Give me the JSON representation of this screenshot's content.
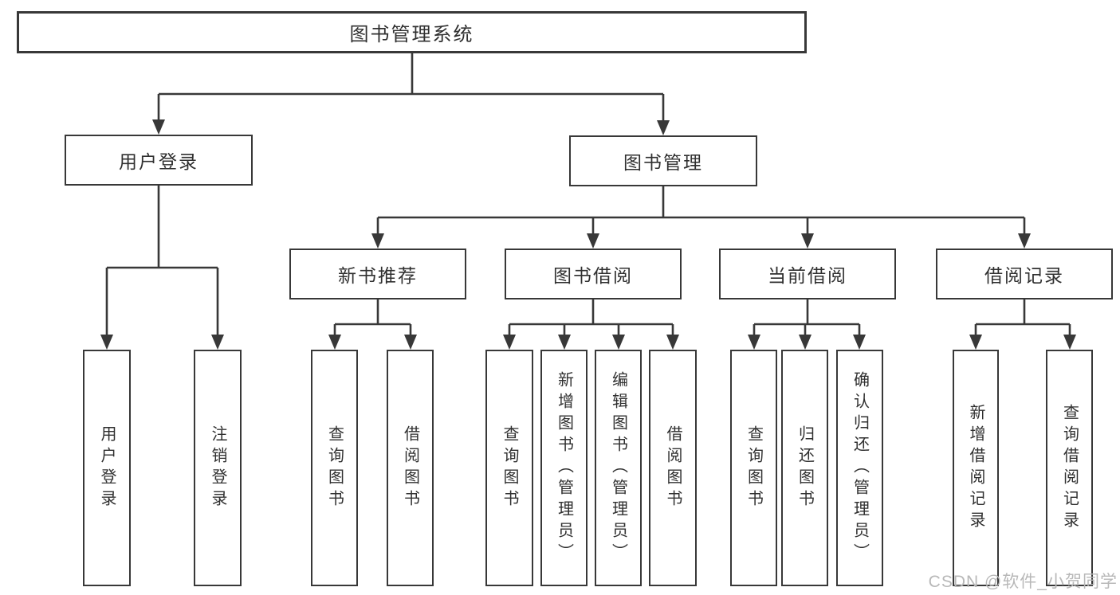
{
  "tree": {
    "root": {
      "label": "图书管理系统"
    },
    "login": {
      "label": "用户登录",
      "children": [
        {
          "label": "用户登录"
        },
        {
          "label": "注销登录"
        }
      ]
    },
    "mgmt": {
      "label": "图书管理",
      "sections": [
        {
          "label": "新书推荐",
          "children": [
            {
              "label": "查询图书"
            },
            {
              "label": "借阅图书"
            }
          ]
        },
        {
          "label": "图书借阅",
          "children": [
            {
              "label": "查询图书"
            },
            {
              "label": "新增图书（管理员）"
            },
            {
              "label": "编辑图书（管理员）"
            },
            {
              "label": "借阅图书"
            }
          ]
        },
        {
          "label": "当前借阅",
          "children": [
            {
              "label": "查询图书"
            },
            {
              "label": "归还图书"
            },
            {
              "label": "确认归还（管理员）"
            }
          ]
        },
        {
          "label": "借阅记录",
          "children": [
            {
              "label": "新增借阅记录"
            },
            {
              "label": "查询借阅记录"
            }
          ]
        }
      ]
    }
  },
  "watermark": {
    "text": "CSDN @软件_小贺同学"
  },
  "colors": {
    "line": "#383838",
    "box_border": "#383838",
    "text": "#303030",
    "watermark": "#b8b8b8",
    "background": "#ffffff"
  }
}
